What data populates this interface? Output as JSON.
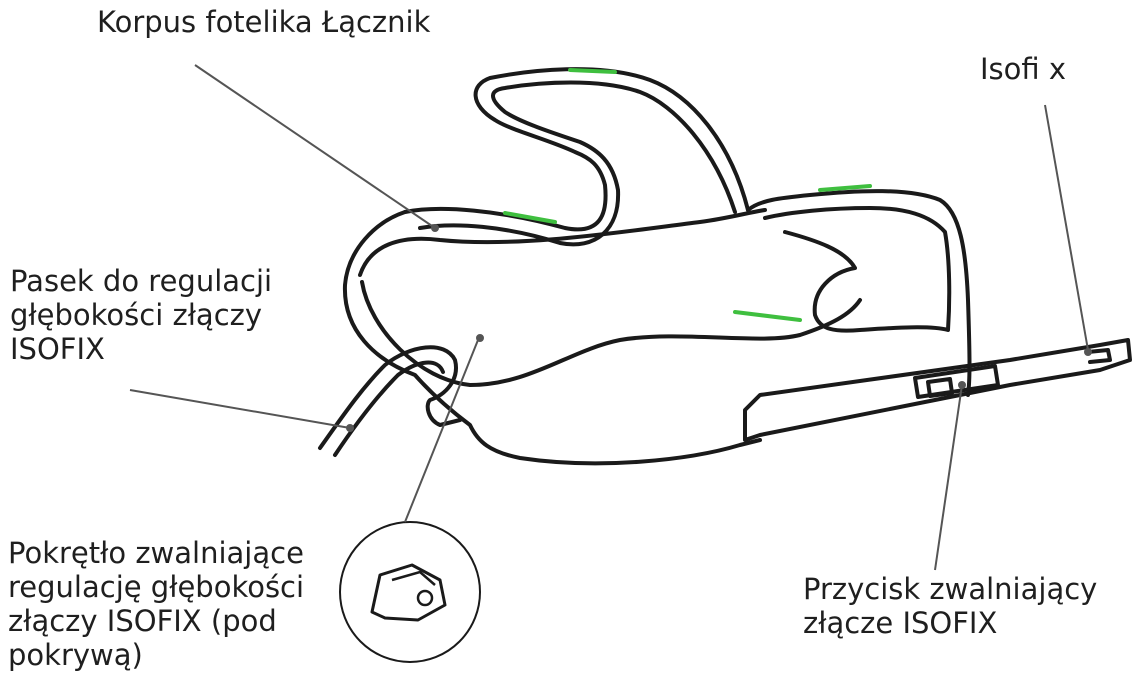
{
  "labels": {
    "korpus": "Korpus fotelika Łącznik",
    "isofix_end": "Isofi x",
    "pasek": "Pasek do regulacji\ngłębokości złączy\nISOFIX",
    "pokretlo": "Pokrętło zwalniające\nregulację głębokości\nzłączy ISOFIX (pod\npokrywą)",
    "przycisk": "Przycisk zwalniający\nzłącze ISOFIX"
  },
  "colors": {
    "line": "#1a1a1a",
    "accent": "#3fbf3f",
    "leader": "#555555"
  }
}
